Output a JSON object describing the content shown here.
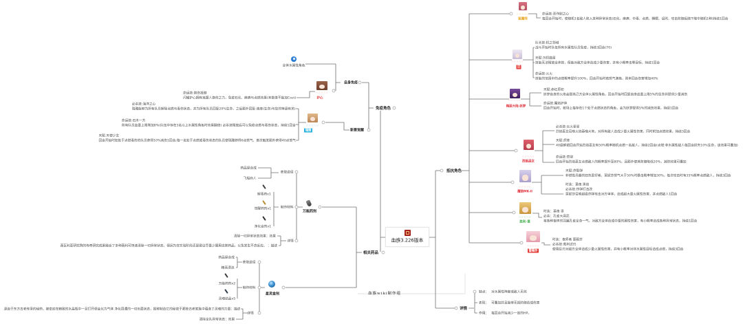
{
  "center": {
    "title": "血族3.226版本",
    "icon": "vampire-game-logo-icon"
  },
  "watermark": "血族wiki制作组",
  "immune_roles": {
    "label": "免疫角色",
    "self_immune": {
      "label": "自身免疫",
      "water_target": {
        "icon": "water-element-icon",
        "label": "全体水属性角色"
      },
      "character": {
        "name": "护心",
        "name_color": "#e23b3b",
        "stars": "☆☆☆☆☆",
        "star_color": "#f29a9a",
        "skills": [
          {
            "title": "命运技:换伤抵御",
            "desc": "闪耀护心拥有克服人换伤之力，免疫石化、麻痹与点燃效果(本数值不能加Cost)"
          }
        ]
      }
    },
    "new_awaken": {
      "label": "新晋觉醒",
      "character": {
        "name": "瑞雅",
        "badge_color": "#26b0e0",
        "stars": "☆☆☆☆☆",
        "star_color": "#7fb6e8",
        "skills": [
          {
            "title": "必杀技:海洋之心",
            "desc": "瑞雅能够为所有队员解除点燃与毒伤状态，并为所有队员回复20%生命，之后额外回复:速度(生命)与您的等级有关)"
          },
          {
            "title": "命运技:石木一方",
            "desc": "所有队员血量上限增加8%(队伍中存在3名以上水属性角色时效果翻倍) 必杀技释放后可以免疫点燃与毒伤状态，持续1回合"
          },
          {
            "title": "天赋:天使少女",
            "desc": "回合开始时如处于点燃毒伤的队员获得10%减伤1回合;每一名处于点燃或毒伤状态的队员使瑞雅获得6点怒气，首次触发额外获得40点怒气"
          }
        ]
      }
    }
  },
  "related_items": {
    "label": "相关药品",
    "items": [
      {
        "name": "万能药剂",
        "icon": "potion-bottle-icon",
        "obtain_label": "获取途径",
        "obtain": [
          "药品屋合成",
          "飞船商人"
        ],
        "materials_label": "制作材料",
        "materials": [
          "解毒药x1",
          "觉醒药剂x1",
          "净化合剂x1"
        ],
        "details_label": "详情",
        "details": [
          "清除一切异常状态效果：效果",
          "西瓦利亚研究院的传奇研究成果融合了多种西利可快速清除一切异常状态，但因为在实验阶段还是建议尽量少服用这类药品，以免发生不良反应。 ：描述"
        ]
      },
      {
        "name": "星灵金剂",
        "icon": "elixir-flask-icon",
        "obtain_label": "获取途径",
        "obtain": [
          "药品屋合成",
          "精英漂流"
        ],
        "materials_label": "制作材料",
        "materials": [
          "万能药剂x2",
          "灵魂结晶x5"
        ],
        "details_label": "详情",
        "details": [
          "源自于东方古老传承的秘药，被密封在精致的水晶瓶中一旦打开便会化为气体 净化周遭的一切负面状态，据称制造它的秘密于那些古老家族中蕴含了灵魂的力量：描述",
          "清除全队异常状态：效果"
        ]
      }
    ]
  },
  "resist_roles": {
    "label": "抵抗角色",
    "characters": [
      {
        "name": "驱魔师",
        "name_color": "#e8a317",
        "stars": "☆☆☆☆☆",
        "star_color": "#f0b84a",
        "skills": [
          {
            "title": "命运技:恶作剧之心",
            "desc": "每回合开始时，使随机1名敌人陷入某种异常状态(石化、麻痹、中毒、点燃、睡眠、诅咒、攻击防御后随下降中随机1种)持续1回合"
          }
        ]
      },
      {
        "name": "贝",
        "badge_color": "#e53935",
        "stars": "☆☆☆☆☆",
        "star_color": "#f29a9a",
        "skills": [
          {
            "title": "队长技:机之领域",
            "desc": "战斗开始时队伍所有水属性队员免疫，持续3回合(70)"
          },
          {
            "title": "天赋:万机临星",
            "desc": "技能无法释放全体技，但能对敌方全体造成少量伤害，并有小概率击晕目标，持续1回合"
          },
          {
            "title": "命运技:火火",
            "desc": "技能的范围中的点燃概率提升100%，回合开始时若怒气满格，则本回合伤害增加40%"
          }
        ]
      },
      {
        "name": "梅丽大陆·妖梦",
        "name_color": "#e0303a",
        "stars": "☆☆☆☆☆",
        "star_color": "#f29a9a",
        "skills": [
          {
            "title": "天赋:赤红原初",
            "desc": "妖梦自身的火焰会提高己方全体火属性角色，回合开始时回复自身血量上限5%的生命并提供少量减伤"
          },
          {
            "title": "命运技:魔焰护体",
            "desc": "回合开始时，若场上每存在1个处于点燃状态的角色，会为妖梦提供5%的减伤效果，持续1回合"
          }
        ]
      },
      {
        "name": "烈焰巫女",
        "name_color": "#e0303a",
        "stars": "☆☆☆☆☆",
        "star_color": "#f29a9a",
        "skills": [
          {
            "title": "必杀技:炎火星星",
            "desc": "烈焰巫女召唤火焰吞噬大地，对所有敌人造成少量火属性伤害，同时附加点燃效果，持续3回合"
          },
          {
            "title": "天赋:炽炼",
            "desc": "40级解锁回合开始烈焰巫女有50%概率随机点燃一名敌人，持续2回合(点燃:非水属性敌人每回合损失10%生命，该效果可叠加)"
          },
          {
            "title": "命运技:焚烧",
            "desc": "回合开始烈焰巫女点燃敌人的概率提升至80%，且额外使其防御降低20%，减防效果可叠加"
          }
        ]
      },
      {
        "name": "魔铠MK-II",
        "name_color": "#e0303a",
        "stars": "☆☆☆☆☆",
        "star_color": "#f29a9a",
        "skills": [
          {
            "title": "天赋:炸裂弹",
            "desc": "非燃性兵器的狂热爱好者，莫妮莎怒气大于50%时暴击概率增加30%，每次攻击时有35%概率点燃敌人，持续3回合"
          },
          {
            "title": "时装：圣夜 黑焰"
          },
          {
            "title": "必杀技:炸弹打击改",
            "desc": "莫妮莎召唤超级炸弹攻击对方单体，造成超大量火属性伤害，并点燃敌人1回合"
          }
        ]
      },
      {
        "name": "胜利·凛",
        "name_color": "#3cab4a",
        "stars": "☆☆☆☆☆",
        "star_color": "#5cc46a",
        "skills": [
          {
            "title": "时装：基夜 凛"
          },
          {
            "title": "必杀：孔雀大演武",
            "desc": "将各种各样的羽翼孔雀全身一气，对敌方全体造成中量的属性伤害，有小概率造成各种异常状态，持续1回合"
          }
        ]
      },
      {
        "name": "蔷薇莎",
        "badge_color": "#e53935",
        "stars": "☆☆☆☆☆",
        "star_color": "#f29a9a",
        "skills": [
          {
            "title": "时装：夜师者 蔷薇莎"
          },
          {
            "title": "必杀技:裁判试刃",
            "desc": "使用巨刃对敌方全体造成少量火属性伤害，并有小概率对非水属性目标造成点燃，持续3回合"
          }
        ]
      }
    ]
  },
  "details": {
    "label": "详情",
    "items": [
      {
        "key": "缺点：",
        "value": "对水属性阵容或敌人无效"
      },
      {
        "key": "表现：",
        "value": "可叠加并且能够无视防御造成伤害"
      },
      {
        "key": "作用：",
        "value": "每回合开始减少一定的HP。"
      }
    ]
  }
}
